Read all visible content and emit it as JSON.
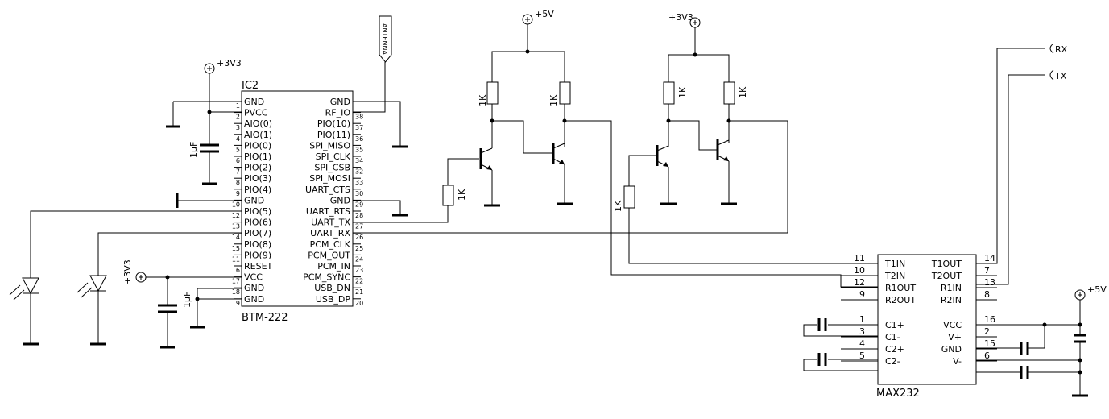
{
  "ic2": {
    "designator": "IC2",
    "part": "BTM-222",
    "left_pins": [
      {
        "num": "1",
        "name": "GND"
      },
      {
        "num": "2",
        "name": "PVCC"
      },
      {
        "num": "3",
        "name": "AIO(0)"
      },
      {
        "num": "4",
        "name": "AIO(1)"
      },
      {
        "num": "5",
        "name": "PIO(0)"
      },
      {
        "num": "6",
        "name": "PIO(1)"
      },
      {
        "num": "7",
        "name": "PIO(2)"
      },
      {
        "num": "8",
        "name": "PIO(3)"
      },
      {
        "num": "9",
        "name": "PIO(4)"
      },
      {
        "num": "10",
        "name": "GND"
      },
      {
        "num": "12",
        "name": "PIO(5)"
      },
      {
        "num": "13",
        "name": "PIO(6)"
      },
      {
        "num": "14",
        "name": "PIO(7)"
      },
      {
        "num": "15",
        "name": "PIO(8)"
      },
      {
        "num": "11",
        "name": "PIO(9)"
      },
      {
        "num": "16",
        "name": "RESET"
      },
      {
        "num": "17",
        "name": "VCC"
      },
      {
        "num": "18",
        "name": "GND"
      },
      {
        "num": "19",
        "name": "GND"
      }
    ],
    "right_pins": [
      {
        "num": "",
        "name": "GND"
      },
      {
        "num": "38",
        "name": "RF_IO"
      },
      {
        "num": "37",
        "name": "PIO(10)"
      },
      {
        "num": "36",
        "name": "PIO(11)"
      },
      {
        "num": "35",
        "name": "SPI_MISO"
      },
      {
        "num": "34",
        "name": "SPI_CLK"
      },
      {
        "num": "32",
        "name": "SPI_CSB"
      },
      {
        "num": "33",
        "name": "SPI_MOSI"
      },
      {
        "num": "30",
        "name": "UART_CTS"
      },
      {
        "num": "29",
        "name": "GND"
      },
      {
        "num": "28",
        "name": "UART_RTS"
      },
      {
        "num": "27",
        "name": "UART_TX"
      },
      {
        "num": "26",
        "name": "UART_RX"
      },
      {
        "num": "25",
        "name": "PCM_CLK"
      },
      {
        "num": "24",
        "name": "PCM_OUT"
      },
      {
        "num": "23",
        "name": "PCM_IN"
      },
      {
        "num": "22",
        "name": "PCM_SYNC"
      },
      {
        "num": "21",
        "name": "USB_DN"
      },
      {
        "num": "20",
        "name": "USB_DP"
      }
    ]
  },
  "max232": {
    "part": "MAX232",
    "left_pins": [
      {
        "num": "11",
        "name": "T1IN"
      },
      {
        "num": "10",
        "name": "T2IN"
      },
      {
        "num": "12",
        "name": "R1OUT"
      },
      {
        "num": "9",
        "name": "R2OUT"
      },
      {
        "num": "1",
        "name": "C1+"
      },
      {
        "num": "3",
        "name": "C1-"
      },
      {
        "num": "4",
        "name": "C2+"
      },
      {
        "num": "5",
        "name": "C2-"
      }
    ],
    "right_pins": [
      {
        "num": "14",
        "name": "T1OUT"
      },
      {
        "num": "7",
        "name": "T2OUT"
      },
      {
        "num": "13",
        "name": "R1IN"
      },
      {
        "num": "8",
        "name": "R2IN"
      },
      {
        "num": "16",
        "name": "VCC"
      },
      {
        "num": "2",
        "name": "V+"
      },
      {
        "num": "15",
        "name": "GND"
      },
      {
        "num": "6",
        "name": "V-"
      }
    ]
  },
  "power": {
    "v3v3_a": "+3V3",
    "v3v3_b": "+3V3",
    "v3v3_c": "+3V3",
    "v5_a": "+5V",
    "v5_b": "+5V"
  },
  "labels": {
    "antenna": "ANTENNA",
    "rx": "RX",
    "tx": "TX",
    "cap_1uf_a": "1µF",
    "cap_1uf_b": "1µF",
    "r1k_1": "1K",
    "r1k_2": "1K",
    "r1k_3": "1K",
    "r1k_4": "1K",
    "r1k_5": "1K",
    "r1k_6": "1K"
  }
}
